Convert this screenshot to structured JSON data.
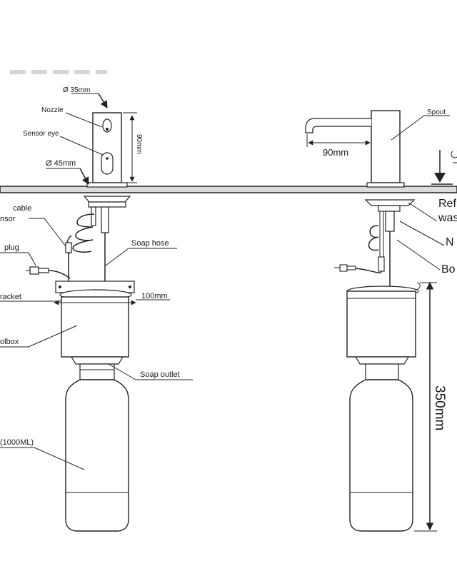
{
  "left_view": {
    "dim_nozzle_diameter": "Ø 35mm",
    "label_nozzle": "Nozzle",
    "label_sensor_eye": "Sensor eye",
    "dim_height": "90mm",
    "dim_base_diameter": "Ø 45mm",
    "label_cable_1": "cable",
    "label_cable_2": "nsor",
    "label_plug": "plug",
    "label_soap_hose": "Soap hose",
    "label_bracket": "racket",
    "dim_width": "100mm",
    "label_toolbox": "olbox",
    "label_soap_outlet": "Soap  outlet",
    "label_bottle": "(1000ML)"
  },
  "right_view": {
    "label_spout": "Spout",
    "dim_spout_length": "90mm",
    "label_refill_1": "Ref",
    "label_refill_2": "was",
    "label_nut": "N",
    "label_bo": "Bo",
    "dim_total_height": "350mm"
  }
}
